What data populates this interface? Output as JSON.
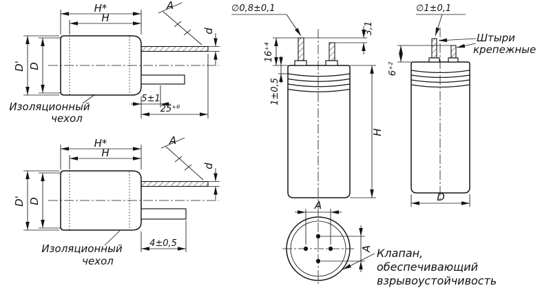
{
  "drawing1": {
    "h_star": "H*",
    "h": "H",
    "a": "A",
    "d": "d",
    "d_outer": "D'",
    "d_inner": "D",
    "len_5": "5±1",
    "len_25": "25⁺⁶",
    "sleeve_line1": "Изоляционный",
    "sleeve_line2": "чехол"
  },
  "drawing2": {
    "h_star": "H*",
    "h": "H",
    "a": "A",
    "d": "d",
    "d_outer": "D'",
    "d_inner": "D",
    "len_4": "4±0,5",
    "sleeve_line1": "Изоляционный",
    "sleeve_line2": "чехол"
  },
  "drawing3": {
    "lead_dia": "∅0,8±0,1",
    "offset": "3,1",
    "lead_len": "16⁺⁴",
    "seat": "1±0,5",
    "height": "H",
    "pin_pitch_h": "A",
    "pin_pitch_v": "A",
    "valve_line1": "Клапан,",
    "valve_line2": "обеспечивающий",
    "valve_line3": "взрывоустойчивость"
  },
  "drawing4": {
    "pin_dia": "∅1±0,1",
    "pins_line1": "Штыри",
    "pins_line2": "крепежные",
    "pin_height": "6⁺²",
    "body_dia": "D"
  },
  "colors": {
    "line": "#141414",
    "background": "#ffffff"
  }
}
